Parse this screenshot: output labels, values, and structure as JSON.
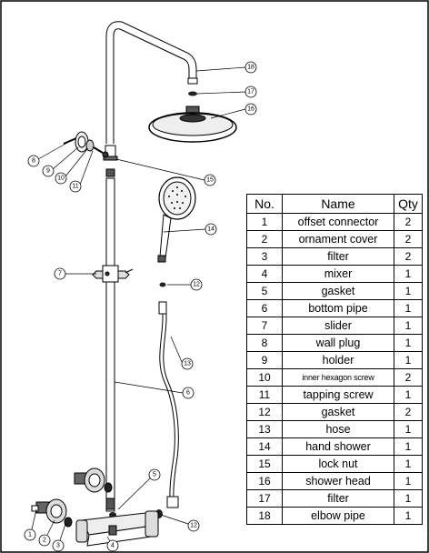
{
  "callouts": [
    "1",
    "2",
    "3",
    "4",
    "5",
    "6",
    "7",
    "8",
    "9",
    "10",
    "11",
    "12",
    "12",
    "13",
    "14",
    "15",
    "16",
    "17",
    "18"
  ],
  "table": {
    "headers": {
      "no": "No.",
      "name": "Name",
      "qty": "Qty"
    },
    "rows": [
      {
        "no": "1",
        "name": "offset connector",
        "qty": "2"
      },
      {
        "no": "2",
        "name": "ornament cover",
        "qty": "2"
      },
      {
        "no": "3",
        "name": "filter",
        "qty": "2"
      },
      {
        "no": "4",
        "name": "mixer",
        "qty": "1"
      },
      {
        "no": "5",
        "name": "gasket",
        "qty": "1"
      },
      {
        "no": "6",
        "name": "bottom pipe",
        "qty": "1"
      },
      {
        "no": "7",
        "name": "slider",
        "qty": "1"
      },
      {
        "no": "8",
        "name": "wall plug",
        "qty": "1"
      },
      {
        "no": "9",
        "name": "holder",
        "qty": "1"
      },
      {
        "no": "10",
        "name": "inner hexagon screw",
        "qty": "2"
      },
      {
        "no": "11",
        "name": "tapping screw",
        "qty": "1"
      },
      {
        "no": "12",
        "name": "gasket",
        "qty": "2"
      },
      {
        "no": "13",
        "name": "hose",
        "qty": "1"
      },
      {
        "no": "14",
        "name": "hand shower",
        "qty": "1"
      },
      {
        "no": "15",
        "name": "lock nut",
        "qty": "1"
      },
      {
        "no": "16",
        "name": "shower head",
        "qty": "1"
      },
      {
        "no": "17",
        "name": "filter",
        "qty": "1"
      },
      {
        "no": "18",
        "name": "elbow pipe",
        "qty": "1"
      }
    ]
  }
}
